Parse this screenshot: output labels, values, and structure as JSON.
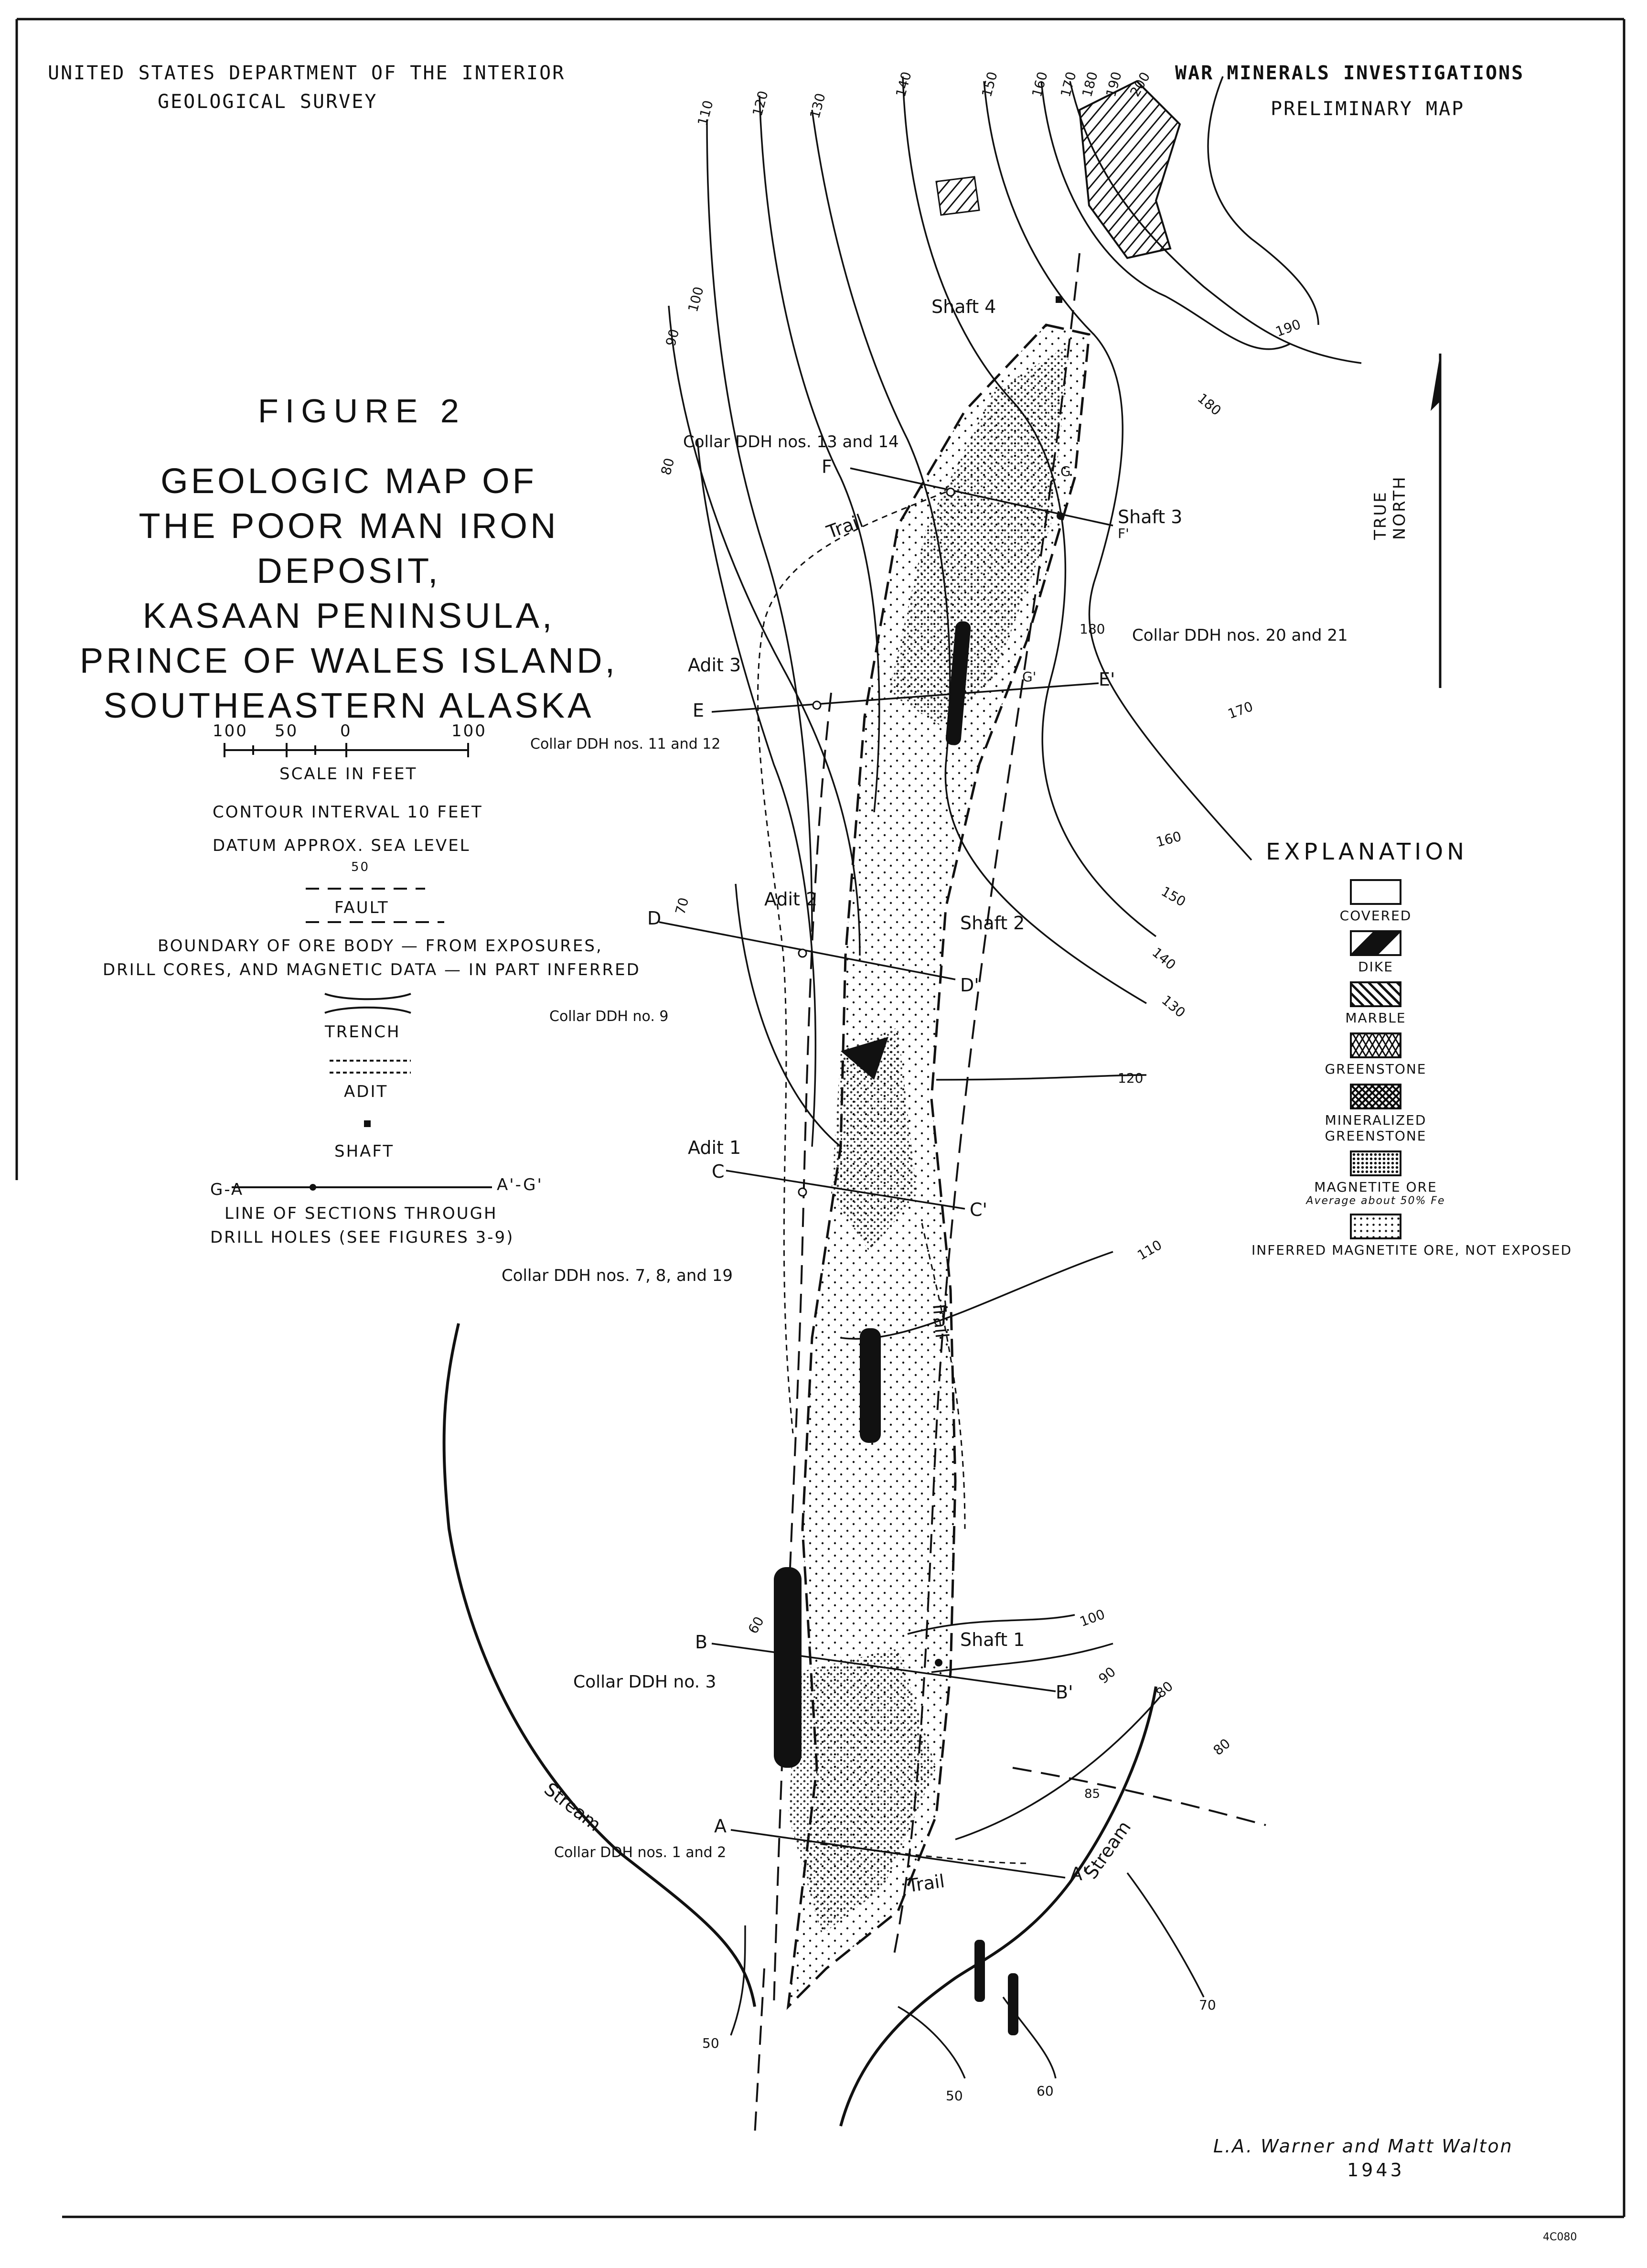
{
  "header": {
    "dept": "UNITED STATES DEPARTMENT OF THE INTERIOR",
    "survey": "GEOLOGICAL SURVEY",
    "program": "WAR MINERALS INVESTIGATIONS",
    "status": "PRELIMINARY MAP"
  },
  "figure": {
    "number": "FIGURE 2",
    "title_lines": [
      "GEOLOGIC MAP OF",
      "THE POOR MAN IRON DEPOSIT,",
      "KASAAN PENINSULA,",
      "PRINCE OF WALES ISLAND,",
      "SOUTHEASTERN ALASKA"
    ]
  },
  "scale": {
    "ticks": [
      "100",
      "50",
      "0",
      "100"
    ],
    "label": "SCALE IN FEET"
  },
  "notes": {
    "contour": "CONTOUR INTERVAL 10 FEET",
    "datum": "DATUM APPROX. SEA LEVEL"
  },
  "legend_left": {
    "fault_dip": "50",
    "fault": "FAULT",
    "boundary_line1": "BOUNDARY OF ORE BODY — FROM EXPOSURES,",
    "boundary_line2": "DRILL CORES, AND MAGNETIC DATA — IN PART INFERRED",
    "trench": "TRENCH",
    "adit": "ADIT",
    "shaft": "SHAFT",
    "section_left": "G-A",
    "section_right": "A'-G'",
    "sections_line1": "LINE OF SECTIONS THROUGH",
    "sections_line2": "DRILL HOLES (SEE FIGURES 3-9)"
  },
  "explanation": {
    "title": "EXPLANATION",
    "items": [
      {
        "label": "COVERED",
        "pattern": "blank"
      },
      {
        "label": "DIKE",
        "pattern": "solid-diagonal"
      },
      {
        "label": "MARBLE",
        "pattern": "hatch"
      },
      {
        "label": "GREENSTONE",
        "pattern": "greenstone"
      },
      {
        "label": "MINERALIZED GREENSTONE",
        "pattern": "cross"
      },
      {
        "label": "MAGNETITE ORE",
        "sub": "Average about 50% Fe",
        "pattern": "dense-dots"
      },
      {
        "label": "INFERRED MAGNETITE ORE, NOT EXPOSED",
        "pattern": "sparse-dots"
      }
    ]
  },
  "north": {
    "label": "TRUE NORTH"
  },
  "map_labels": {
    "shaft4": "Shaft 4",
    "shaft3": "Shaft 3",
    "shaft2": "Shaft 2",
    "shaft1": "Shaft 1",
    "adit3": "Adit 3",
    "adit2": "Adit 2",
    "adit1": "Adit 1",
    "collar_13_14": "Collar DDH nos. 13 and 14",
    "collar_20_21": "Collar DDH nos. 20 and 21",
    "collar_11_12": "Collar DDH nos. 11 and 12",
    "collar_9": "Collar DDH no. 9",
    "collar_7_8_19": "Collar DDH nos. 7, 8, and 19",
    "collar_3": "Collar DDH no. 3",
    "collar_1_2": "Collar DDH nos. 1 and 2",
    "trail": "Trail",
    "stream": "Stream",
    "sec_F": "F",
    "sec_F2": "F'",
    "sec_G": "G",
    "sec_G2": "G'",
    "sec_E": "E",
    "sec_E2": "E'",
    "sec_D": "D",
    "sec_D2": "D'",
    "sec_C": "C",
    "sec_C2": "C'",
    "sec_B": "B",
    "sec_B2": "B'",
    "sec_A": "A",
    "sec_A2": "A'"
  },
  "contours": [
    "110",
    "120",
    "130",
    "140",
    "150",
    "160",
    "170",
    "180",
    "190",
    "200",
    "100",
    "90",
    "80",
    "70",
    "50",
    "60"
  ],
  "contour_labels": {
    "c190": "190",
    "c180": "180",
    "c170": "170",
    "c160": "160",
    "c150": "150",
    "c140": "140",
    "c130": "130",
    "c120": "120",
    "c110": "110",
    "c100": "100",
    "c90": "90",
    "c80": "80",
    "c70": "70",
    "c60": "60",
    "c50": "50",
    "dip60": "60",
    "dip85": "85"
  },
  "credits": {
    "authors": "L.A. Warner and Matt Walton",
    "year": "1943"
  },
  "catalog": "4C080"
}
